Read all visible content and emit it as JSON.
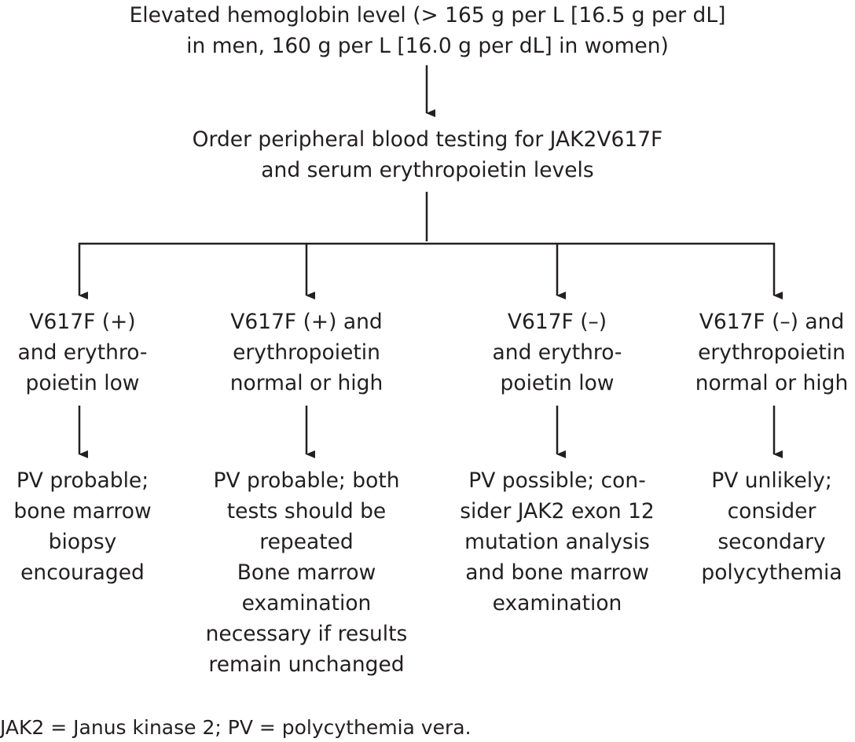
{
  "top": {
    "line1": "Elevated hemoglobin level (> 165 g per L [16.5 g per dL]",
    "line2": "in men, 160 g per L [16.0 g per dL] in women)"
  },
  "mid": {
    "line1": "Order peripheral blood testing for JAK2V617F",
    "line2": "and serum erythropoietin levels"
  },
  "branches": [
    {
      "condition": [
        "V617F (+)",
        "and erythro-",
        "poietin low"
      ],
      "result": [
        "PV probable;",
        "bone marrow",
        "biopsy",
        "encouraged"
      ]
    },
    {
      "condition": [
        "V617F (+) and",
        "erythropoietin",
        "normal or high"
      ],
      "result": [
        "PV probable; both",
        "tests should be",
        "repeated",
        "Bone marrow",
        "examination",
        "necessary if results",
        "remain unchanged"
      ]
    },
    {
      "condition": [
        "V617F (–)",
        "and erythro-",
        "poietin low"
      ],
      "result": [
        "PV possible; con-",
        "sider JAK2 exon 12",
        "mutation analysis",
        "and bone marrow",
        "examination"
      ]
    },
    {
      "condition": [
        "V617F (–) and",
        "erythropoietin",
        "normal or high"
      ],
      "result": [
        "PV unlikely;",
        "consider",
        "secondary",
        "polycythemia"
      ]
    }
  ],
  "footnote": "JAK2 = Janus kinase 2; PV = polycythemia vera.",
  "colors": {
    "ink": "#231f20",
    "background": "#ffffff"
  }
}
